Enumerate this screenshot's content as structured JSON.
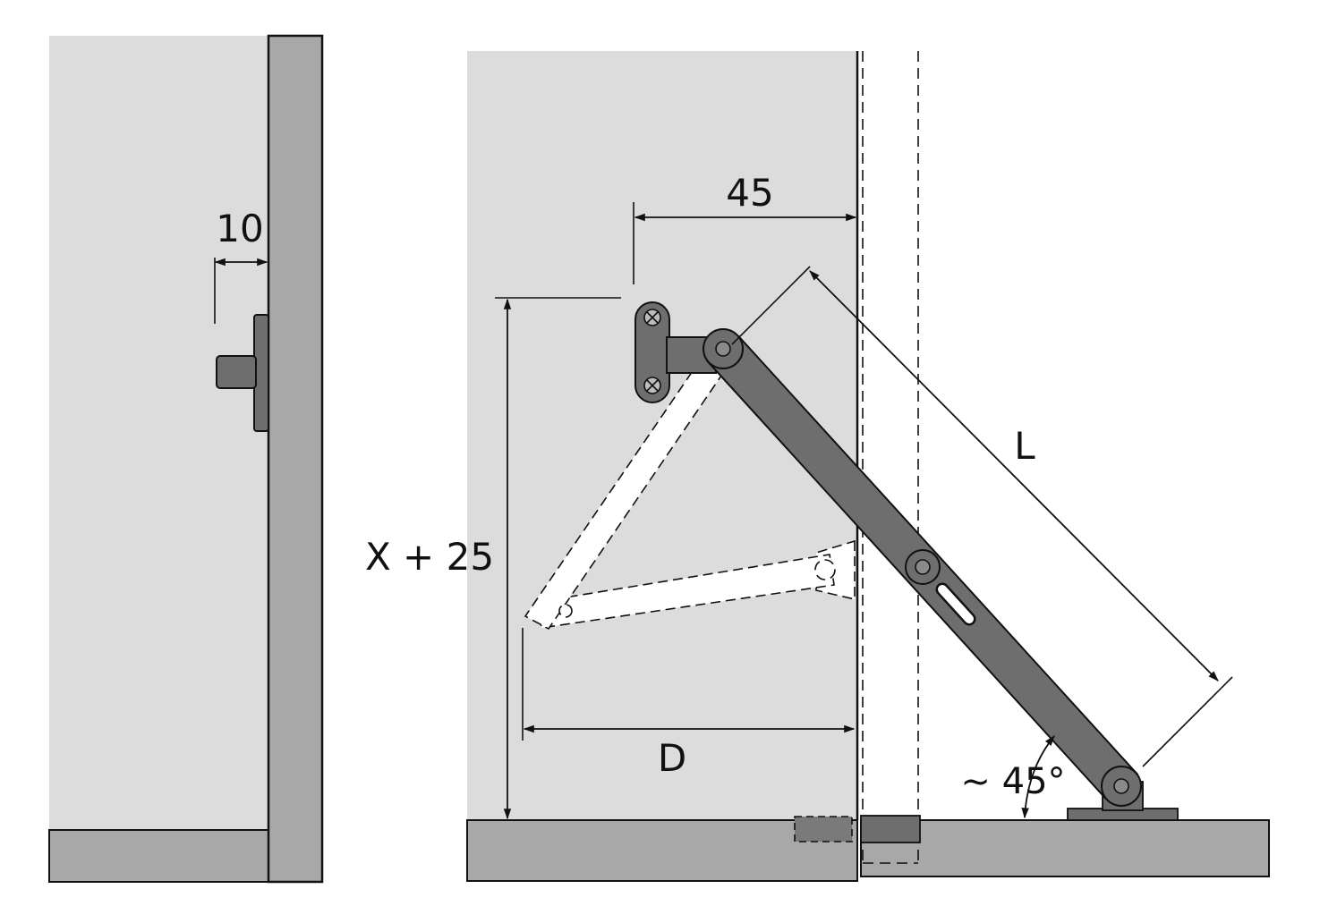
{
  "colors": {
    "background": "#ffffff",
    "cabinet_light": "#dcdcdc",
    "cabinet_panel": "#a8a8a8",
    "stay_arm": "#6e6e6e",
    "outline": "#111111"
  },
  "dimensions": {
    "side_offset": "10",
    "bracket_offset": "45",
    "height": "X + 25",
    "depth": "D",
    "arm_length": "L",
    "angle": "~ 45°"
  },
  "icons": {
    "screw": "screw-icon",
    "pivot": "pivot-icon"
  }
}
